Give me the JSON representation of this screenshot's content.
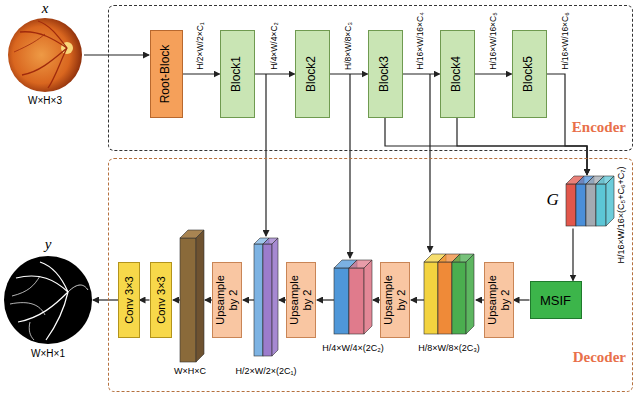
{
  "diagram": {
    "nodes": [
      {
        "text": [
          "Encoder"
        ]
      },
      {
        "text": [
          "Root-Block"
        ],
        "in": 0
      },
      {
        "text": [
          "Block1"
        ],
        "in": 0
      },
      {
        "text": [
          "Block2"
        ],
        "in": 0
      },
      {
        "text": [
          "Block3"
        ],
        "in": 0
      },
      {
        "text": [
          "Block4"
        ],
        "in": 0
      },
      {
        "text": [
          "Block5"
        ],
        "in": 0
      },
      {
        "text": [
          "Decoder"
        ]
      },
      {
        "text": [
          "G",
          "H/16×W/16×(C₅+C₆+C₇)"
        ],
        "in": 7
      },
      {
        "text": [
          "MSIF"
        ],
        "in": 7
      },
      {
        "text": [
          "Upsample by 2"
        ],
        "in": 7
      },
      {
        "text": [
          "Upsample by 2"
        ],
        "in": 7
      },
      {
        "text": [
          "Upsample by 2"
        ],
        "in": 7
      },
      {
        "text": [
          "Upsample by 2"
        ],
        "in": 7
      },
      {
        "text": [
          "Conv 3×3"
        ],
        "in": 7
      },
      {
        "text": [
          "Conv 3×3"
        ],
        "in": 7
      }
    ],
    "edges": [
      {
        "from": 1,
        "to": 2,
        "arrow": "to"
      },
      {
        "from": 2,
        "to": 3,
        "arrow": "to"
      },
      {
        "from": 3,
        "to": 4,
        "arrow": "to"
      },
      {
        "from": 4,
        "to": 5,
        "arrow": "to"
      },
      {
        "from": 5,
        "to": 6,
        "arrow": "to"
      },
      {
        "from": 4,
        "to": 8,
        "arrow": "to"
      },
      {
        "from": 5,
        "to": 8,
        "arrow": "to"
      },
      {
        "from": 6,
        "to": 8,
        "arrow": "to"
      },
      {
        "from": 8,
        "to": 9,
        "arrow": "to"
      },
      {
        "from": 9,
        "to": 10,
        "arrow": "to"
      },
      {
        "from": 14,
        "to": 15,
        "arrow": "to"
      }
    ],
    "labels": [
      "x",
      "W×H×3",
      "H/2×W/2×C₁",
      "H/4×W/4×C₂",
      "H/8×W/8×C₃",
      "H/16×W/16×C₄",
      "H/16×W/16×C₅",
      "H/16×W/16×C₆",
      "y",
      "W×H×1",
      "W×H×C",
      "H/2×W/2×(2C₁)",
      "H/4×W/4×(2C₂)",
      "H/8×W/8×(2C₃)"
    ]
  }
}
